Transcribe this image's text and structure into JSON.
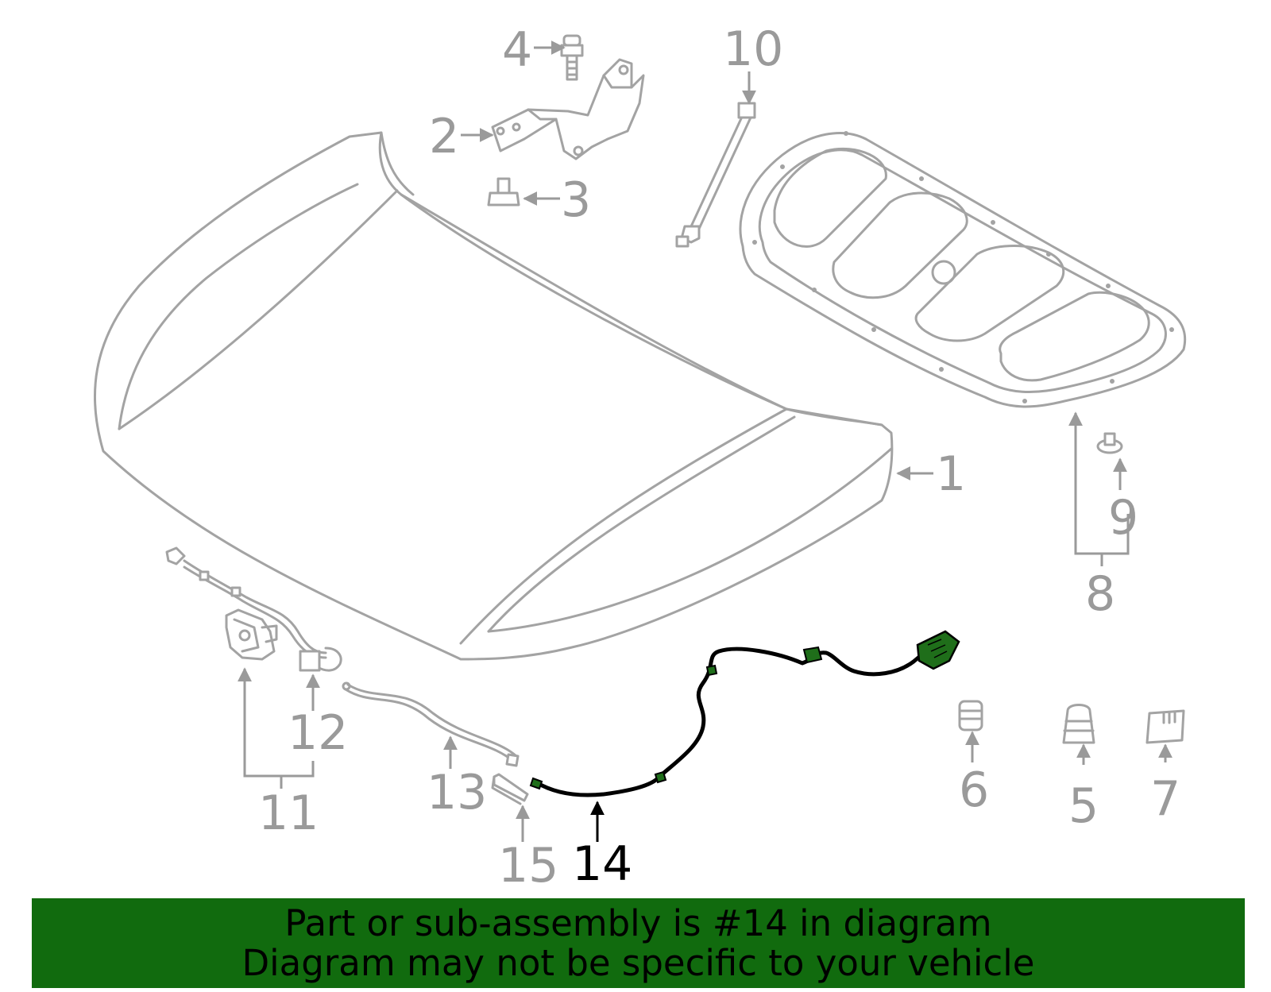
{
  "callouts": {
    "c1": "1",
    "c2": "2",
    "c3": "3",
    "c4": "4",
    "c5": "5",
    "c6": "6",
    "c7": "7",
    "c8": "8",
    "c9": "9",
    "c10": "10",
    "c11": "11",
    "c12": "12",
    "c13": "13",
    "c14": "14",
    "c15": "15"
  },
  "highlighted_part": "14",
  "banner": {
    "line1": "Part or sub-assembly is #14 in diagram",
    "line2": "Diagram may not be specific to your vehicle"
  },
  "colors": {
    "banner_bg": "#116b0e",
    "part_outline": "#a3a3a3",
    "highlight_part": "#1f6e1a",
    "highlight_text": "#000000"
  }
}
